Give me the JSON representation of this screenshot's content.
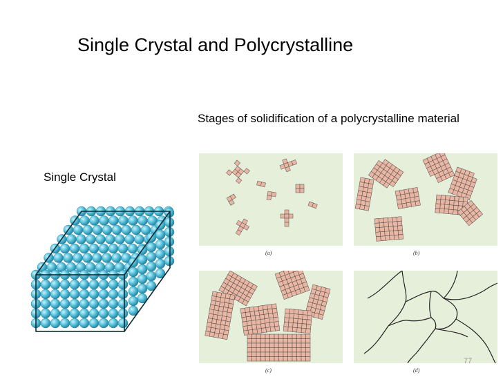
{
  "slide": {
    "title": "Single Crystal and Polycrystalline",
    "subtitle": "Stages of solidification of a polycrystalline material",
    "crystal_label": "Single Crystal",
    "page_number": "77"
  },
  "stages": [
    {
      "caption": "(a)"
    },
    {
      "caption": "(b)"
    },
    {
      "caption": "(c)"
    },
    {
      "caption": "(d)"
    }
  ],
  "colors": {
    "background": "#ffffff",
    "panel_background": "#e6efd9",
    "grain_fill": "#e9b6a3",
    "grain_line": "#4a4a4a",
    "sphere": "#45b6d2",
    "boundary": "#222222"
  }
}
